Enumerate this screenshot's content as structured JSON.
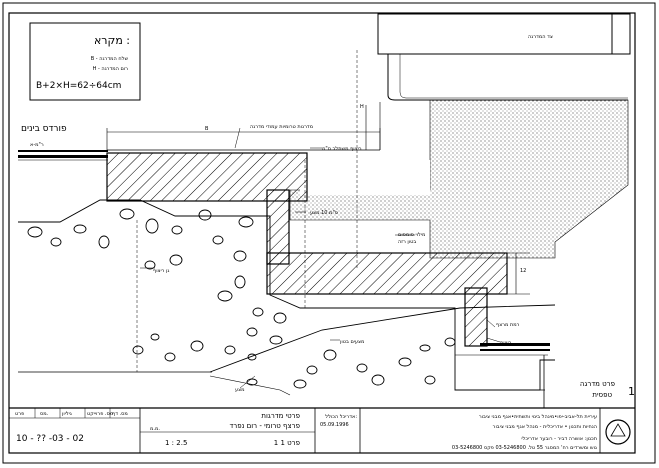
{
  "legend": {
    "title": "מקרא :",
    "line_b": "B - שלח המדרגה",
    "line_h": "H - רום המדרגה",
    "formula": "B+2×H=62÷64cm"
  },
  "labels": {
    "top_right": "צד המדרגה",
    "pardes_binayim": "פורדס בינים",
    "leftmost_note": "ר\"מ-א",
    "stair_note": "מדרגות טרומיות\nעמודי מדרגה",
    "level_note": "ריצוף משתלב ס\"מ",
    "under_step": "ס\"מ 10 מצע",
    "slab_note": "מילוי סומסום",
    "slab_note2": "בטון רזה",
    "leg_note": "גן ריצוף",
    "bottom_note": "מצעים בטון",
    "side_note": "רמת מרצף",
    "right_small": "ריצוף",
    "bottom_left_note": "מצע",
    "dim_b": "B",
    "dim_h": "H",
    "dim_12": "12"
  },
  "title_block": {
    "detail_number": "1",
    "detail_title": "פרט מדרגה",
    "detail_subtitle": "טפסית",
    "client": "עיריית תל-אביב-יפו•מינהל בינוי ותשתית•אגף מבני ציבור",
    "dept": "הנחיות ותכנון • אדריכלית - מנהל אגף מבני ציבור",
    "planner": "תכנון: אושרה דביר - רובער אדריכלי",
    "address": "גוש ומשרדים רח' המסגר 55  טל. 03-5246800  פקס 03-5246800",
    "architect_label": "אדריכל הכולל:",
    "date": "05.09.1996",
    "drawing_title": "פרטי מדרגות",
    "drawing_subtitle": "פרצף טרומי - רום נפרד",
    "mm_label": "מ.מ.",
    "scale": "1 : 2.5",
    "sheet": "1 פרט 1",
    "col_headers": [
      "מס. דף",
      "מס. פרוייקט",
      "גיליון",
      "מס.",
      "פרט"
    ],
    "code": "10 - ?? -03 - 02"
  }
}
